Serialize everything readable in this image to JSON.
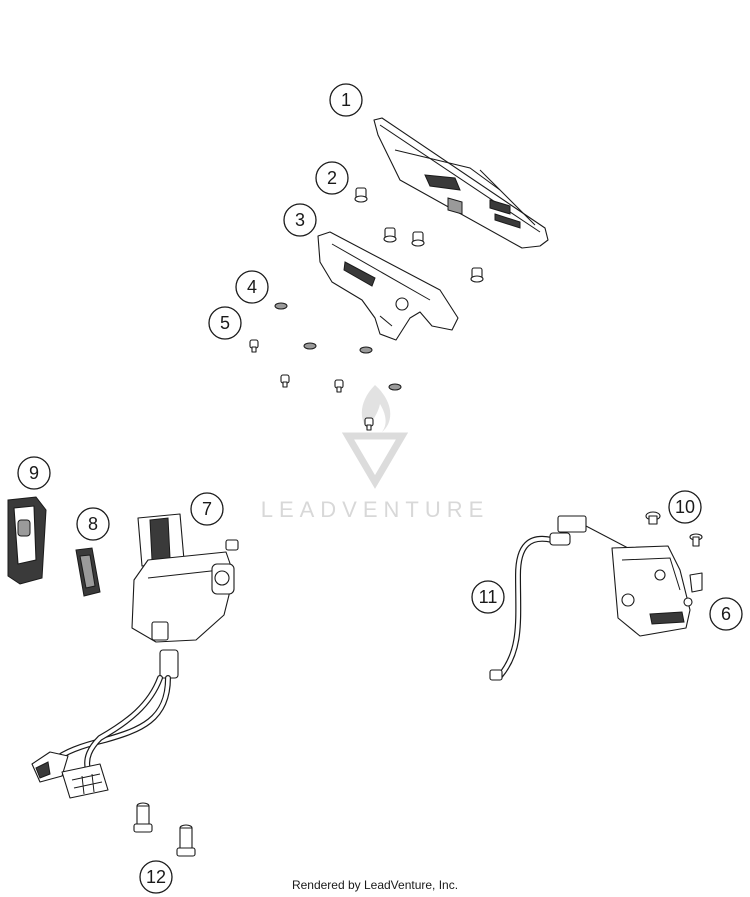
{
  "callouts": [
    {
      "id": "1",
      "label": "1"
    },
    {
      "id": "2",
      "label": "2"
    },
    {
      "id": "3",
      "label": "3"
    },
    {
      "id": "4",
      "label": "4"
    },
    {
      "id": "5",
      "label": "5"
    },
    {
      "id": "6",
      "label": "6"
    },
    {
      "id": "7",
      "label": "7"
    },
    {
      "id": "8",
      "label": "8"
    },
    {
      "id": "9",
      "label": "9"
    },
    {
      "id": "10",
      "label": "10"
    },
    {
      "id": "11",
      "label": "11"
    },
    {
      "id": "12",
      "label": "12"
    }
  ],
  "watermark": {
    "text": "LEADVENTURE",
    "icon": "leadventure-logo-icon"
  },
  "footer": {
    "text": "Rendered by LeadVenture, Inc."
  },
  "colors": {
    "line": "#1a1a1a",
    "watermark": "#d8d8d8",
    "background": "#ffffff"
  }
}
